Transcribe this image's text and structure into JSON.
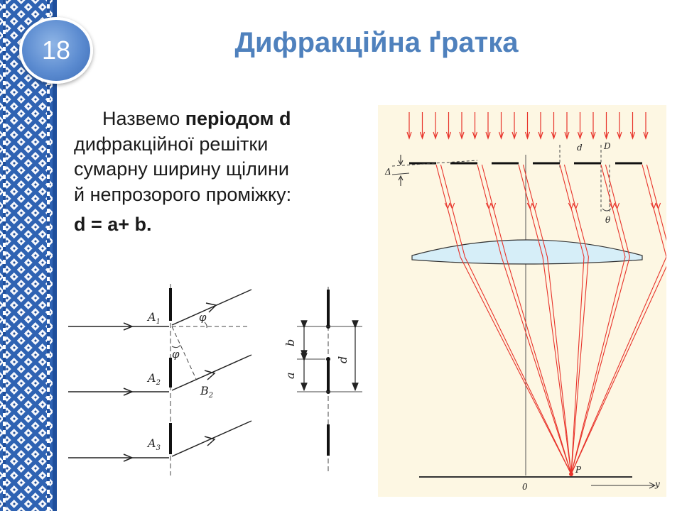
{
  "slide": {
    "number": "18",
    "title": "Дифракційна ґратка"
  },
  "body": {
    "line1_regular": "Назвемо ",
    "line1_bold": "періодом d",
    "line2": "дифракційної решітки",
    "line3": "сумарну ширину щілини",
    "line4": "й непрозорого проміжку:",
    "formula": "d = a+ b."
  },
  "figure_left": {
    "labels": {
      "a1": "A",
      "a1_sub": "1",
      "a2": "A",
      "a2_sub": "2",
      "a3": "A",
      "a3_sub": "3",
      "b2": "B",
      "b2_sub": "2",
      "phi_top": "φ",
      "phi_mid": "φ",
      "b": "b",
      "a": "a",
      "d": "d"
    }
  },
  "figure_right": {
    "labels": {
      "d": "d",
      "D": "D",
      "delta": "Δ",
      "theta": "θ",
      "P": "P",
      "zero": "0",
      "y": "y"
    },
    "colors": {
      "background": "#fdf7e3",
      "rays": "#e8332a",
      "lens": "#d6eef8"
    }
  }
}
